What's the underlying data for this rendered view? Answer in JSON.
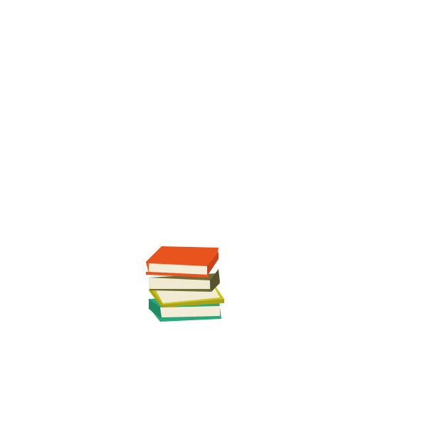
{
  "scene": {
    "background_color": "#ffffff",
    "subject": "stack-of-books-icon",
    "books": [
      {
        "position": "top",
        "cover_color": "#e8531e",
        "cover_shade": "#c8431a",
        "pages_color": "#f3ecd6"
      },
      {
        "position": "second",
        "cover_color": "#6f6b3a",
        "cover_shade": "#56532c",
        "pages_color": "#f1ead3"
      },
      {
        "position": "third",
        "cover_color": "#c9c320",
        "cover_shade": "#a8a31a",
        "pages_color": "#f2ebd4"
      },
      {
        "position": "bottom",
        "cover_color": "#2aa67a",
        "cover_shade": "#1f8a64",
        "pages_color": "#f3ecd6"
      }
    ]
  }
}
